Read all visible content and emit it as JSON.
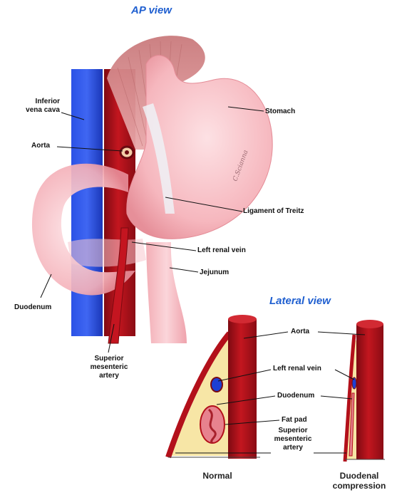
{
  "titles": {
    "ap_view": "AP view",
    "lateral_view": "Lateral view"
  },
  "ap_labels": {
    "ivc_line1": "Inferior",
    "ivc_line2": "vena cava",
    "aorta": "Aorta",
    "stomach": "Stomach",
    "ligament": "Ligament of Treitz",
    "left_renal_vein": "Left renal vein",
    "jejunum": "Jejunum",
    "duodenum": "Duodenum",
    "sma_line1": "Superior",
    "sma_line2": "mesenteric",
    "sma_line3": "artery"
  },
  "lateral_labels": {
    "aorta": "Aorta",
    "left_renal_vein": "Left renal vein",
    "duodenum": "Duodenum",
    "fat_pad": "Fat pad",
    "sma_line1": "Superior",
    "sma_line2": "mesenteric",
    "sma_line3": "artery"
  },
  "captions": {
    "normal": "Normal",
    "compression_line1": "Duodenal",
    "compression_line2": "compression"
  },
  "signature": "C.Scianna",
  "colors": {
    "title_blue": "#1f5fd0",
    "ivc_blue": "#2147d8",
    "aorta_red": "#b3101a",
    "stomach_pink": "#f6b9c0",
    "fat_yellow": "#f7e6a6"
  }
}
